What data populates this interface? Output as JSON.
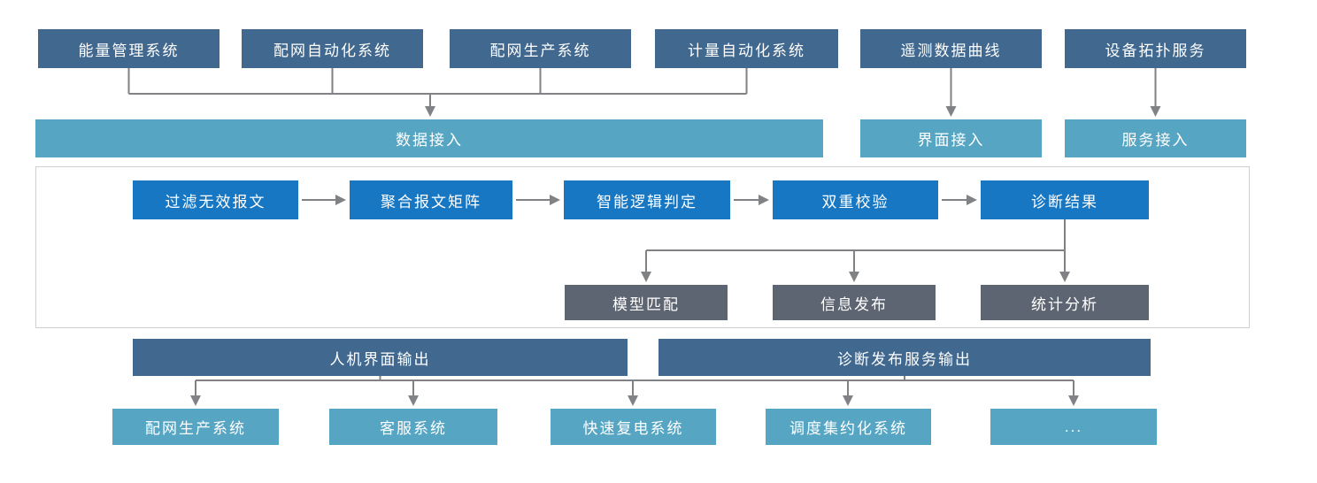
{
  "diagram": {
    "sources": [
      {
        "label": "能量管理系统"
      },
      {
        "label": "配网自动化系统"
      },
      {
        "label": "配网生产系统"
      },
      {
        "label": "计量自动化系统"
      },
      {
        "label": "遥测数据曲线"
      },
      {
        "label": "设备拓扑服务"
      }
    ],
    "access": [
      {
        "label": "数据接入"
      },
      {
        "label": "界面接入"
      },
      {
        "label": "服务接入"
      }
    ],
    "pipeline": [
      {
        "label": "过滤无效报文"
      },
      {
        "label": "聚合报文矩阵"
      },
      {
        "label": "智能逻辑判定"
      },
      {
        "label": "双重校验"
      },
      {
        "label": "诊断结果"
      }
    ],
    "result_outputs": [
      {
        "label": "模型匹配"
      },
      {
        "label": "信息发布"
      },
      {
        "label": "统计分析"
      }
    ],
    "output_channels": [
      {
        "label": "人机界面输出"
      },
      {
        "label": "诊断发布服务输出"
      }
    ],
    "consumers": [
      {
        "label": "配网生产系统"
      },
      {
        "label": "客服系统"
      },
      {
        "label": "快速复电系统"
      },
      {
        "label": "调度集约化系统"
      },
      {
        "label": "..."
      }
    ],
    "colors": {
      "source_box": "#41688F",
      "access_box": "#56A5C3",
      "pipeline_box": "#1877C3",
      "result_box": "#5C6571",
      "output_bar": "#41688F",
      "consumer_box": "#56A5C3",
      "connector": "#808285",
      "frame_border": "#CBD0D5"
    }
  }
}
